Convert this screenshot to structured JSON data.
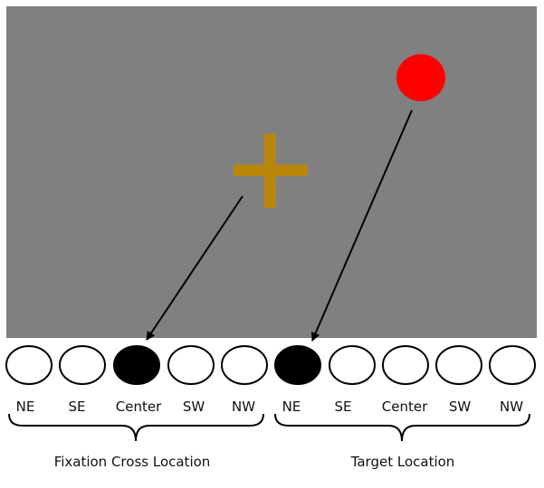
{
  "colors": {
    "screen_bg": "#808080",
    "cross": "#b8860b",
    "target": "#ff0000",
    "selected": "#000000",
    "unselected": "#ffffff",
    "stroke": "#000000"
  },
  "groups": [
    {
      "label": "Fixation Cross Location",
      "locations": [
        "NE",
        "SE",
        "Center",
        "SW",
        "NW"
      ],
      "selected": "Center"
    },
    {
      "label": "Target Location",
      "locations": [
        "NE",
        "SE",
        "Center",
        "SW",
        "NW"
      ],
      "selected": "NE"
    }
  ]
}
